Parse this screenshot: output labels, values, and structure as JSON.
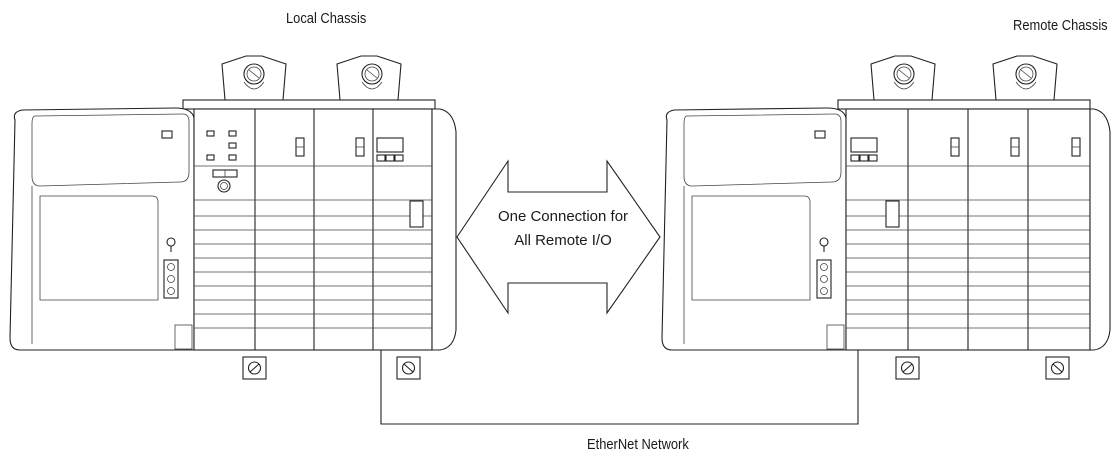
{
  "labels": {
    "local_chassis": "Local Chassis",
    "remote_chassis": "Remote Chassis",
    "connection_line1": "One Connection for",
    "connection_line2": "All Remote I/O",
    "network": "EtherNet Network"
  },
  "colors": {
    "line": "#222222",
    "background": "#ffffff"
  }
}
